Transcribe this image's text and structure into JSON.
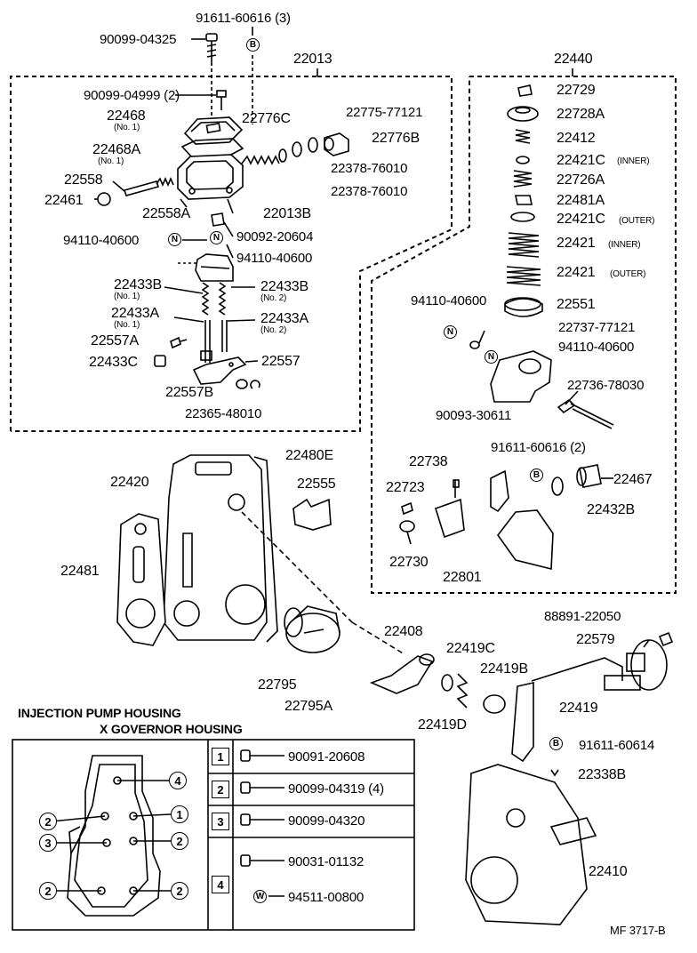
{
  "labels": {
    "p91611_60616_3": "91611-60616 (3)",
    "p90099_04325": "90099-04325",
    "p22013": "22013",
    "p22440": "22440",
    "p90099_04999_2": "90099-04999 (2)",
    "p22468": "22468",
    "no1_a": "(No. 1)",
    "p22776C": "22776C",
    "p22775_77121": "22775-77121",
    "p22776B": "22776B",
    "p22468A": "22468A",
    "no1_b": "(No. 1)",
    "p22378_76010_a": "22378-76010",
    "p22558": "22558",
    "p22378_76010_b": "22378-76010",
    "p22461": "22461",
    "p22558A": "22558A",
    "p22013B": "22013B",
    "p94110_40600_a": "94110-40600",
    "p90092_20604": "90092-20604",
    "p94110_40600_b": "94110-40600",
    "p22433B_l": "22433B",
    "no1_c": "(No. 1)",
    "p22433B_r": "22433B",
    "no2_a": "(No. 2)",
    "p22433A_l": "22433A",
    "no1_d": "(No. 1)",
    "p22433A_r": "22433A",
    "no2_b": "(No. 2)",
    "p22557A": "22557A",
    "p22433C": "22433C",
    "p22557": "22557",
    "p22557B": "22557B",
    "p22365_48010": "22365-48010",
    "p22729": "22729",
    "p22728A": "22728A",
    "p22412": "22412",
    "p22421C_in": "22421C",
    "inner_a": "(INNER)",
    "p22726A": "22726A",
    "p22481A": "22481A",
    "p22421C_out": "22421C",
    "outer_a": "(OUTER)",
    "p22421_in": "22421",
    "inner_b": "(INNER)",
    "p22421_out": "22421",
    "outer_b": "(OUTER)",
    "p94110_40600_c": "94110-40600",
    "p22551": "22551",
    "p22737_77121": "22737-77121",
    "p94110_40600_d": "94110-40600",
    "p22736_78030": "22736-78030",
    "p90093_30611": "90093-30611",
    "p91611_60616_2": "91611-60616 (2)",
    "p22738": "22738",
    "p22467": "22467",
    "p22723": "22723",
    "p22432B": "22432B",
    "p22730": "22730",
    "p22801": "22801",
    "p22420": "22420",
    "p22480E": "22480E",
    "p22555": "22555",
    "p22481": "22481",
    "p88891_22050": "88891-22050",
    "p22579": "22579",
    "p22408": "22408",
    "p22419C": "22419C",
    "p22419B": "22419B",
    "p22419": "22419",
    "p22419D": "22419D",
    "p22795": "22795",
    "p22795A": "22795A",
    "p91611_60614": "91611-60614",
    "p22338B": "22338B",
    "p22410": "22410",
    "ref": "MF 3717-B"
  },
  "markers": {
    "B": "B",
    "N": "N",
    "W": "W"
  },
  "table": {
    "title_line1": "INJECTION PUMP HOUSING",
    "title_line2": "X GOVERNOR HOUSING",
    "rows": [
      {
        "num": "1",
        "part": "90091-20608"
      },
      {
        "num": "2",
        "part": "90099-04319 (4)"
      },
      {
        "num": "3",
        "part": "90099-04320"
      },
      {
        "num": "4",
        "part": "90031-01132",
        "part2": "94511-00800"
      }
    ],
    "hole_labels": [
      "4",
      "2",
      "1",
      "3",
      "2",
      "2",
      "2"
    ]
  }
}
